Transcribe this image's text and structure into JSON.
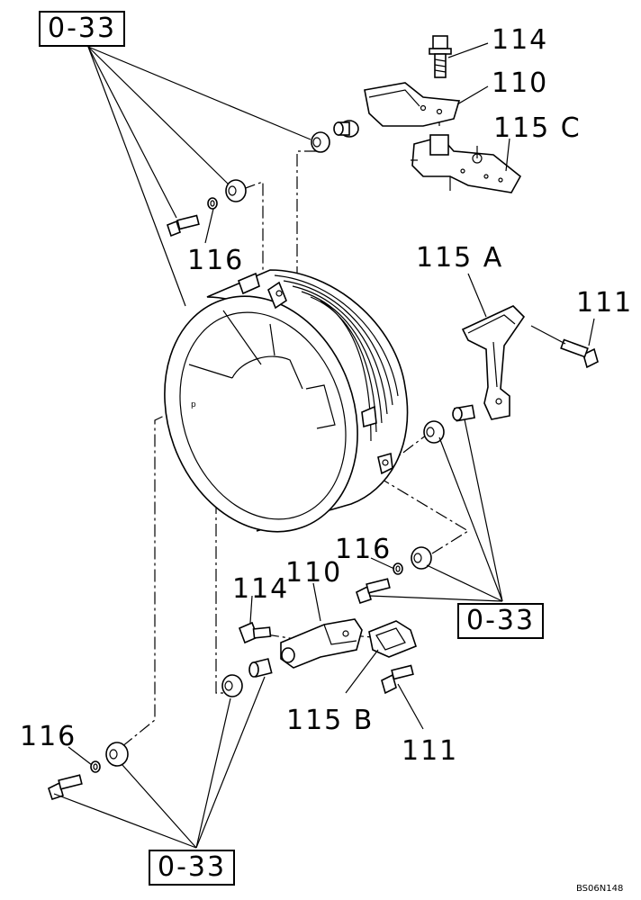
{
  "diagram": {
    "drawing_code": "BS06N148",
    "references": {
      "top_left": "0-33",
      "middle_right": "0-33",
      "bottom": "0-33"
    },
    "callouts": {
      "p114_top": "114",
      "p110_top": "110",
      "p115c": "115 C",
      "p116_top": "116",
      "p115a": "115 A",
      "p111_right": "111",
      "p116_mid": "116",
      "p114_mid": "114",
      "p110_mid": "110",
      "p115b": "115 B",
      "p111_bottom": "111",
      "p116_bottom": "116"
    }
  }
}
